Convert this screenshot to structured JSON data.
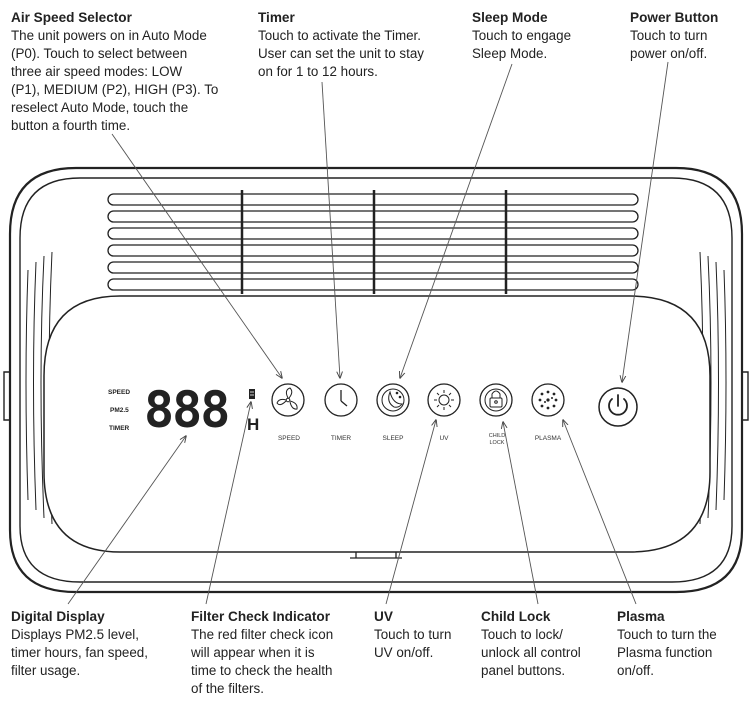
{
  "callouts": {
    "air_speed": {
      "title": "Air Speed Selector",
      "text": "The unit powers on in Auto Mode\n(P0). Touch to select between\nthree air speed modes: LOW\n(P1), MEDIUM (P2), HIGH (P3). To\nreselect Auto Mode, touch the\nbutton a fourth time."
    },
    "timer": {
      "title": "Timer",
      "text": "Touch to activate the Timer.\nUser can set the unit to stay\non for 1 to 12 hours."
    },
    "sleep": {
      "title": "Sleep Mode",
      "text": "Touch to engage\nSleep Mode."
    },
    "power": {
      "title": "Power Button",
      "text": "Touch to turn\npower on/off."
    },
    "display": {
      "title": "Digital Display",
      "text": "Displays PM2.5 level,\ntimer hours, fan speed,\nfilter usage."
    },
    "filter": {
      "title": "Filter Check Indicator",
      "text": "The red filter check icon\nwill appear when it is\ntime to check the health\nof the filters."
    },
    "uv": {
      "title": "UV",
      "text": "Touch to turn\nUV on/off."
    },
    "child_lock": {
      "title": "Child Lock",
      "text": "Touch to lock/\nunlock all control\npanel buttons."
    },
    "plasma": {
      "title": "Plasma",
      "text": "Touch to turn the\nPlasma function\non/off."
    }
  },
  "panel": {
    "indicators": {
      "speed": "SPEED",
      "pm25": "PM2.5",
      "timer": "TIMER"
    },
    "display_digits": "888",
    "speed_letter": "H",
    "buttons": {
      "speed": "SPEED",
      "timer": "TIMER",
      "sleep": "SLEEP",
      "uv": "UV",
      "child_lock_line1": "CHILD",
      "child_lock_line2": "LOCK",
      "plasma": "PLASMA"
    }
  },
  "icons": [
    "fan-icon",
    "clock-icon",
    "moon-icon",
    "sun-icon",
    "lock-icon",
    "plasma-icon",
    "power-icon",
    "filter-icon"
  ]
}
